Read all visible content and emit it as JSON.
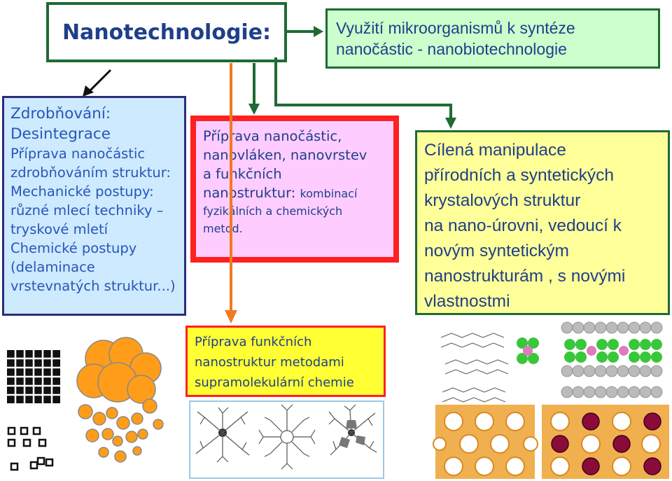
{
  "title": "Nanotechnologie:",
  "topic": {
    "line1": "Využití mikroorganismů  k syntéze",
    "line2": "nanočástic - nanobiotechnologie"
  },
  "top_down": {
    "lines": [
      "Zdrobňování:",
      "Desintegrace",
      "Příprava nanočástic",
      "zdrobňováním struktur:",
      "Mechanické postupy:",
      "různé mlecí techniky –",
      "tryskové mletí",
      "Chemické postupy",
      "(delaminace",
      "vrstevnatých struktur...)"
    ]
  },
  "combined": {
    "lines_large": [
      "Příprava nanočástic,",
      "nanovláken,  nanovrstev",
      "a funkčních",
      "nanostruktur: "
    ],
    "inline_small": "kombinací",
    "lines_small": [
      "fyzikálních a chemických",
      "metod."
    ]
  },
  "manipulation": {
    "lines": [
      "Cílená manipulace",
      "přírodních a syntetických",
      "krystalových struktur",
      "na nano-úrovni, vedoucí k",
      "novým syntetickým",
      "nanostrukturám , s novými",
      "vlastnostmi"
    ]
  },
  "supramolecular": {
    "lines": [
      "Příprava funkčních",
      "nanostruktur metodami",
      "supramolekulární chemie"
    ]
  },
  "colors": {
    "heading": "#1f3f8a",
    "arrow_green": "#1e6b33",
    "arrow_orange": "#f07a20",
    "frame_red": "#ff2020",
    "text_blue": "#2a55b8"
  }
}
